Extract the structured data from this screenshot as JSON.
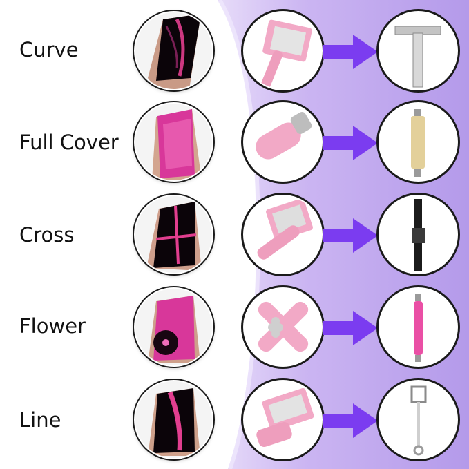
{
  "colors": {
    "accent_purple": "#7b3cf0",
    "lilac_background": "#c8b4ef",
    "pink_tool": "#f0a7c4",
    "label_text": "#111111"
  },
  "rows": [
    {
      "label": "Curve",
      "nail_icon": "curve-cat-eye-nail-icon",
      "tool_icon": "curve-magnet-tool-icon",
      "result_icon": "t-shape-magnet-icon"
    },
    {
      "label": "Full Cover",
      "nail_icon": "full-cover-cat-eye-nail-icon",
      "tool_icon": "cylinder-magnet-tool-icon",
      "result_icon": "wooden-stick-magnet-icon"
    },
    {
      "label": "Cross",
      "nail_icon": "cross-cat-eye-nail-icon",
      "tool_icon": "cross-magnet-tool-icon",
      "result_icon": "black-bar-magnet-icon"
    },
    {
      "label": "Flower",
      "nail_icon": "flower-cat-eye-nail-icon",
      "tool_icon": "flower-magnet-tool-icon",
      "result_icon": "pink-pen-magnet-icon"
    },
    {
      "label": "Line",
      "nail_icon": "line-cat-eye-nail-icon",
      "tool_icon": "line-magnet-tool-icon",
      "result_icon": "line-stick-magnet-icon"
    }
  ]
}
